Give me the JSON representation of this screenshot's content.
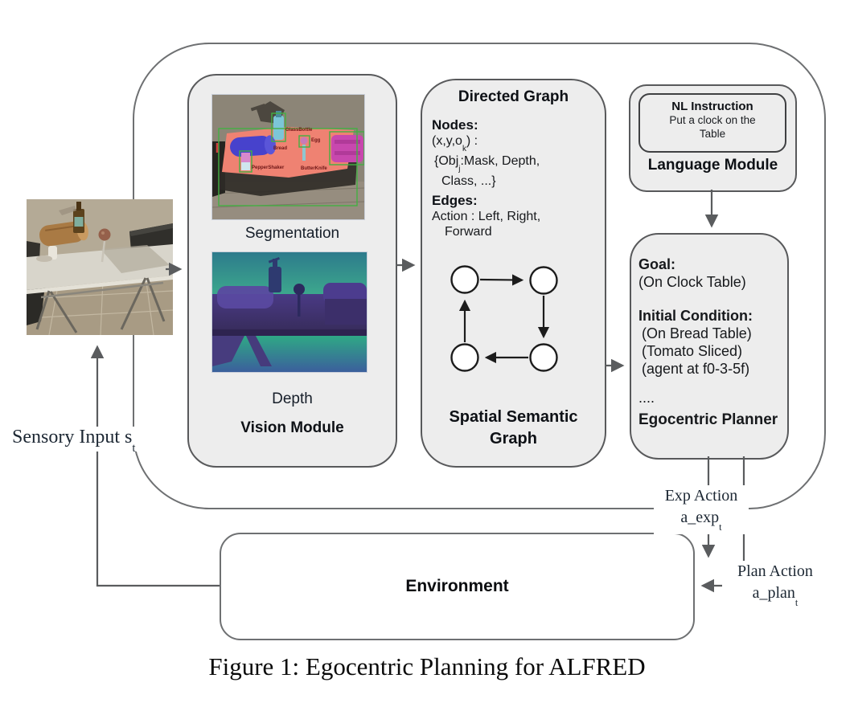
{
  "caption": "Figure 1: Egocentric Planning for ALFRED",
  "colors": {
    "module_fill": "#ededed",
    "module_border": "#58595b",
    "boundary_border": "#6e7072",
    "arrow": "#5a5c5e",
    "graph_ink": "#1c1c1c",
    "seg_table_mask": "#ef8272",
    "seg_bread_mask": "#4742cc",
    "seg_box_mask": "#c848ae",
    "seg_bottle_mask": "#7cc6d8",
    "seg_bbox": "#43b043",
    "depth_teal": "#2d7b8c",
    "depth_green": "#3fae8d",
    "depth_purple": "#3e3168",
    "depth_blue": "#3b5f9c"
  },
  "vision_module": {
    "segmentation_label": "Segmentation",
    "depth_label": "Depth",
    "title": "Vision Module",
    "seg_tags": {
      "bottle": "GlassBottle",
      "bread": "Bread",
      "egg": "Egg",
      "pepper": "PepperShaker",
      "knife": "ButterKnife"
    }
  },
  "directed_graph": {
    "title": "Directed Graph",
    "nodes_heading": "Nodes:",
    "nodes_sig_pre": "(x,y,o",
    "nodes_sig_sub": "k",
    "nodes_sig_post": ") :",
    "nodes_map_pre": "{Obj",
    "nodes_map_sub": "j",
    "nodes_map_post": ":Mask, Depth,",
    "nodes_map_cont": "Class, ...}",
    "edges_heading": "Edges:",
    "edges_line1": "Action : Left, Right,",
    "edges_line2": "Forward",
    "footer_line1": "Spatial Semantic",
    "footer_line2": "Graph"
  },
  "language_module": {
    "nl_title": "NL Instruction",
    "nl_line1": "Put a clock on the",
    "nl_line2": "Table",
    "title": "Language Module"
  },
  "planner": {
    "goal_heading": "Goal:",
    "goal": "(On Clock Table)",
    "init_heading": "Initial Condition:",
    "init_1": "(On Bread Table)",
    "init_2": "(Tomato Sliced)",
    "init_3": "(agent at f0-3-5f)",
    "ellipsis": "....",
    "title": "Egocentric Planner"
  },
  "environment": {
    "title": "Environment"
  },
  "flow_labels": {
    "sensory_pre": "Sensory Input s",
    "sensory_sub": "t",
    "exp_line1": "Exp Action",
    "exp_pre": "a_exp",
    "exp_sub": "t",
    "plan_line1": "Plan Action",
    "plan_pre": "a_plan",
    "plan_sub": "t"
  }
}
